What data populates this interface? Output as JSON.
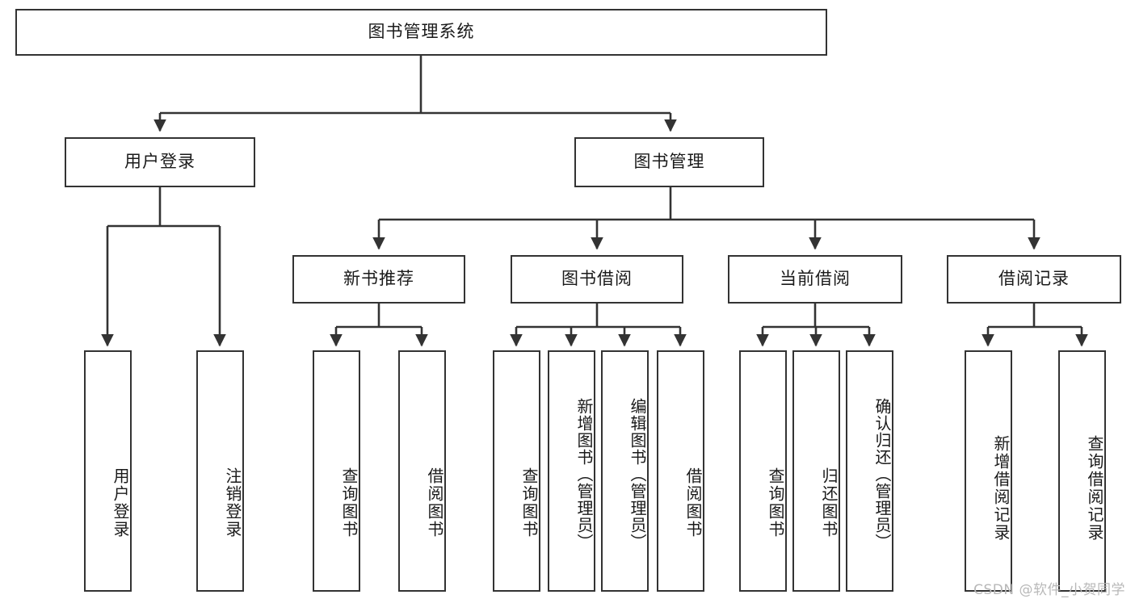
{
  "diagram": {
    "title": "图书管理系统",
    "type": "hierarchy-tree",
    "root": {
      "id": "root",
      "label": "图书管理系统",
      "level": 0
    },
    "level1": [
      {
        "id": "user-login",
        "label": "用户登录"
      },
      {
        "id": "book-management",
        "label": "图书管理"
      }
    ],
    "level2": [
      {
        "id": "new-book-recommend",
        "label": "新书推荐",
        "parent": "book-management"
      },
      {
        "id": "book-borrow",
        "label": "图书借阅",
        "parent": "book-management"
      },
      {
        "id": "current-borrow",
        "label": "当前借阅",
        "parent": "book-management"
      },
      {
        "id": "borrow-record",
        "label": "借阅记录",
        "parent": "book-management"
      }
    ],
    "leaves": [
      {
        "id": "leaf-user-login",
        "label": "用户登录",
        "parent": "user-login"
      },
      {
        "id": "leaf-logout-login",
        "label": "注销登录",
        "parent": "user-login"
      },
      {
        "id": "leaf-query-book-1",
        "label": "查询图书",
        "parent": "new-book-recommend"
      },
      {
        "id": "leaf-borrow-book-1",
        "label": "借阅图书",
        "parent": "new-book-recommend"
      },
      {
        "id": "leaf-query-book-2",
        "label": "查询图书",
        "parent": "book-borrow"
      },
      {
        "id": "leaf-add-book",
        "label": "新增图书（管理员）",
        "parent": "book-borrow"
      },
      {
        "id": "leaf-edit-book",
        "label": "编辑图书（管理员）",
        "parent": "book-borrow"
      },
      {
        "id": "leaf-borrow-book-2",
        "label": "借阅图书",
        "parent": "book-borrow"
      },
      {
        "id": "leaf-query-book-3",
        "label": "查询图书",
        "parent": "current-borrow"
      },
      {
        "id": "leaf-return-book",
        "label": "归还图书",
        "parent": "current-borrow"
      },
      {
        "id": "leaf-confirm-return",
        "label": "确认归还（管理员）",
        "parent": "current-borrow"
      },
      {
        "id": "leaf-add-record",
        "label": "新增借阅记录",
        "parent": "borrow-record"
      },
      {
        "id": "leaf-query-record",
        "label": "查询借阅记录",
        "parent": "borrow-record"
      }
    ],
    "colors": {
      "stroke": "#333333",
      "background": "#ffffff",
      "text": "#1a1a1a",
      "watermark": "#b8b8b8"
    }
  },
  "watermark": {
    "text": "CSDN @软件_小贺同学"
  }
}
